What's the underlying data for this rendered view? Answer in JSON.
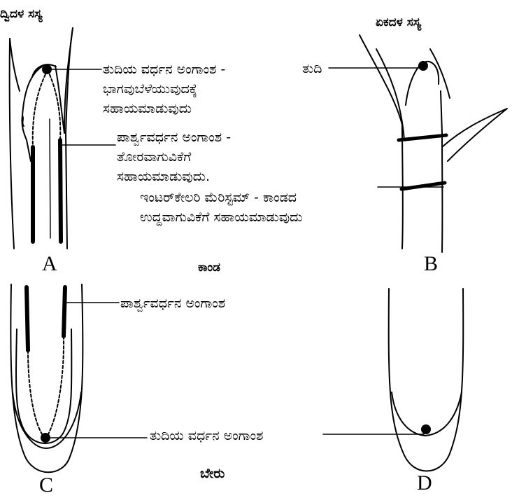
{
  "headers": {
    "dicot": "ದ್ವಿದಳ ಸಸ್ಯ",
    "monocot": "ಏಕದಳ ಸಸ್ಯ",
    "stem": "ಕಾಂಡ",
    "root": "ಬೇರು"
  },
  "letters": {
    "a": "A",
    "b": "B",
    "c": "C",
    "d": "D"
  },
  "labels": {
    "apical_stem": [
      "ತುದಿಯ ವರ್ಧನ ಅಂಗಾಂಶ -",
      "ಭಾಗವುಬೆಳೆಯುವುದಕ್ಕೆ",
      "ಸಹಾಯಮಾಡುವುದು"
    ],
    "lateral_stem": [
      "ಪಾರ್ಶ್ವವರ್ಧನ ಅಂಗಾಂಶ -",
      "ತೋರವಾಗುವಿಕೆಗೆ",
      "ಸಹಾಯಮಾಡುವುದು."
    ],
    "tip": "ತುದಿ",
    "intercalary": [
      "ಇಂಟರ್‌ಕೇಲರಿ ಮೆರಿಸ್ಟಮ್ - ಕಾಂಡದ",
      "ಉದ್ದವಾಗುವಿಕೆಗೆ ಸಹಾಯಮಾಡುವುದು"
    ],
    "lateral_root": "ಪಾರ್ಶ್ವವರ್ಧನ ಅಂಗಾಂಶ",
    "apical_root": "ತುದಿಯ ವರ್ಧನ ಅಂಗಾಂಶ"
  }
}
